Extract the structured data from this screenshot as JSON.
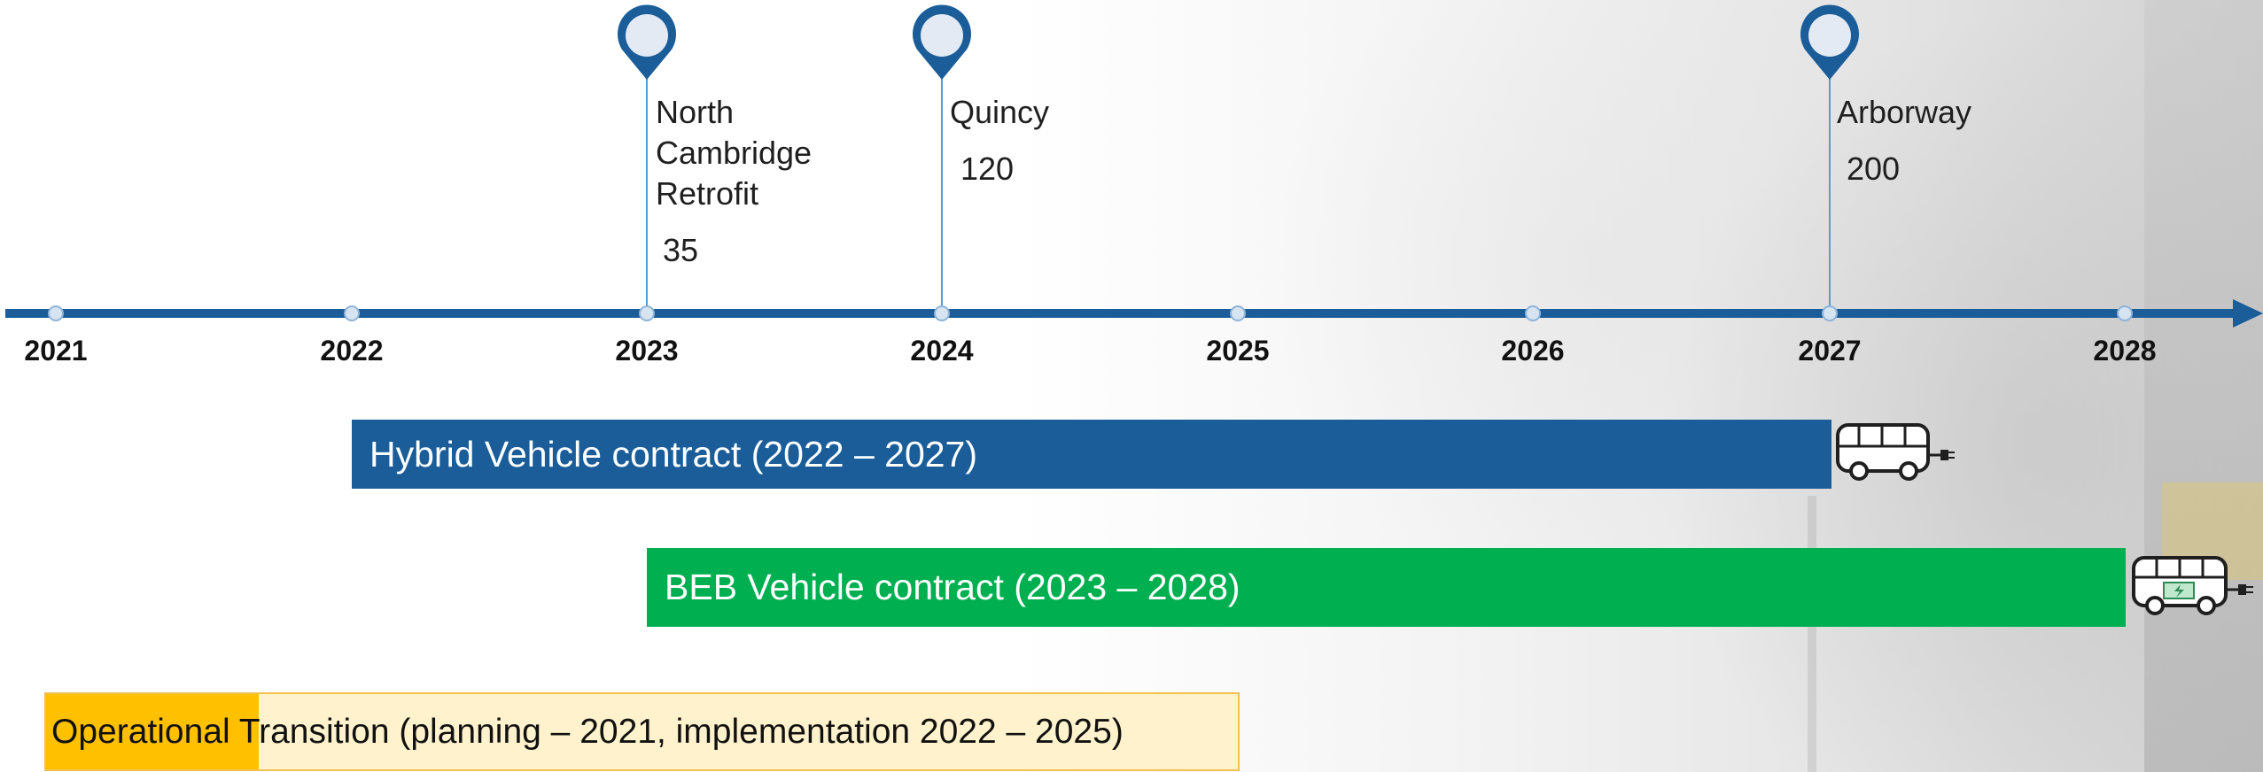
{
  "timeline": {
    "years": [
      "2021",
      "2022",
      "2023",
      "2024",
      "2025",
      "2026",
      "2027",
      "2028"
    ],
    "axis_color": "#1a5d99",
    "milestones": [
      {
        "year": "2023",
        "name_lines": [
          "North",
          "Cambridge",
          "Retrofit"
        ],
        "count": "35"
      },
      {
        "year": "2024",
        "name_lines": [
          "Quincy"
        ],
        "count": "120"
      },
      {
        "year": "2027",
        "name_lines": [
          "Arborway"
        ],
        "count": "200"
      }
    ]
  },
  "bars": {
    "hybrid": {
      "label": "Hybrid Vehicle contract (2022 – 2027)",
      "start": "2022",
      "end": "2027",
      "color": "#1a5d99",
      "icon": "bus-plug-icon"
    },
    "beb": {
      "label": "BEB Vehicle contract (2023 – 2028)",
      "start": "2023",
      "end": "2028",
      "color": "#00b050",
      "icon": "electric-bus-icon"
    },
    "operational": {
      "label": "Operational Transition (planning – 2021, implementation 2022 – 2025)",
      "highlight_color": "#ffc000",
      "fill_color": "#fff2cc"
    }
  }
}
